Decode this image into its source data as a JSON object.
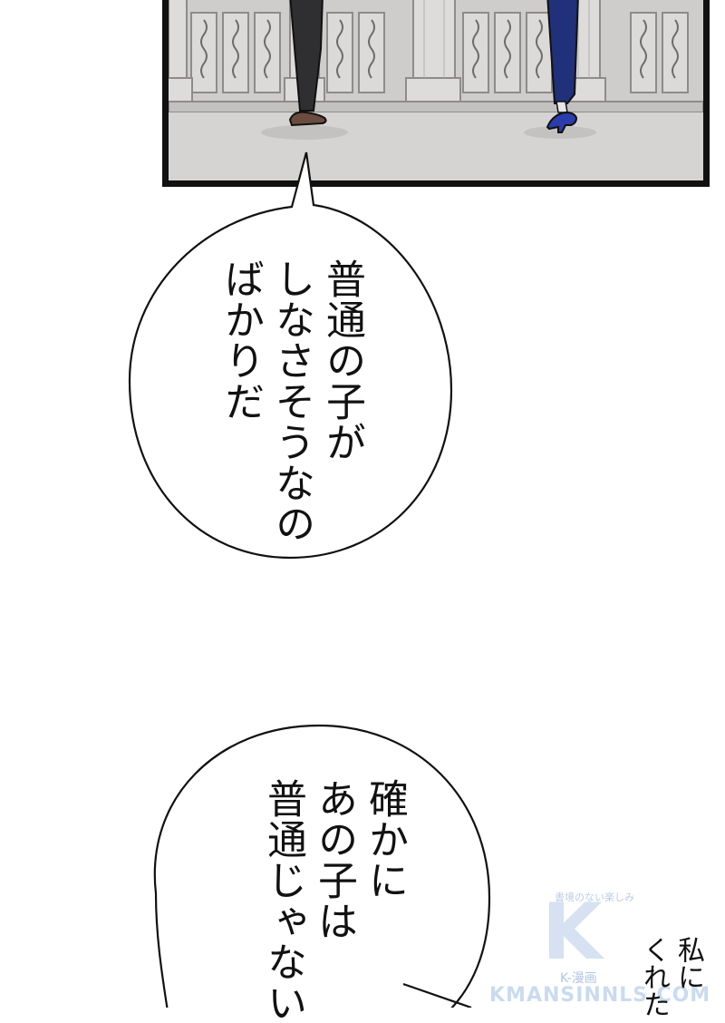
{
  "panel": {
    "background_color": "#d9d7d6",
    "border_color": "#111111",
    "figures": [
      {
        "name": "man-in-dark-trousers",
        "shoe_color": "#6a4d3e"
      },
      {
        "name": "woman-in-blue-dress",
        "dress_color": "#20307a"
      }
    ]
  },
  "bubble_1": {
    "lines": [
      "普通の子が",
      "しなさそうなの",
      "ばかりだ"
    ]
  },
  "bubble_2": {
    "lines": [
      "確かに",
      "あの子は",
      "普通じゃない"
    ]
  },
  "side_text": {
    "lines": [
      "私に",
      "くれた"
    ]
  },
  "watermark": {
    "tagline": "書境のない楽しみ",
    "logo": "K",
    "sub": "K-漫画",
    "url": "KMANSINNLS.COM"
  }
}
